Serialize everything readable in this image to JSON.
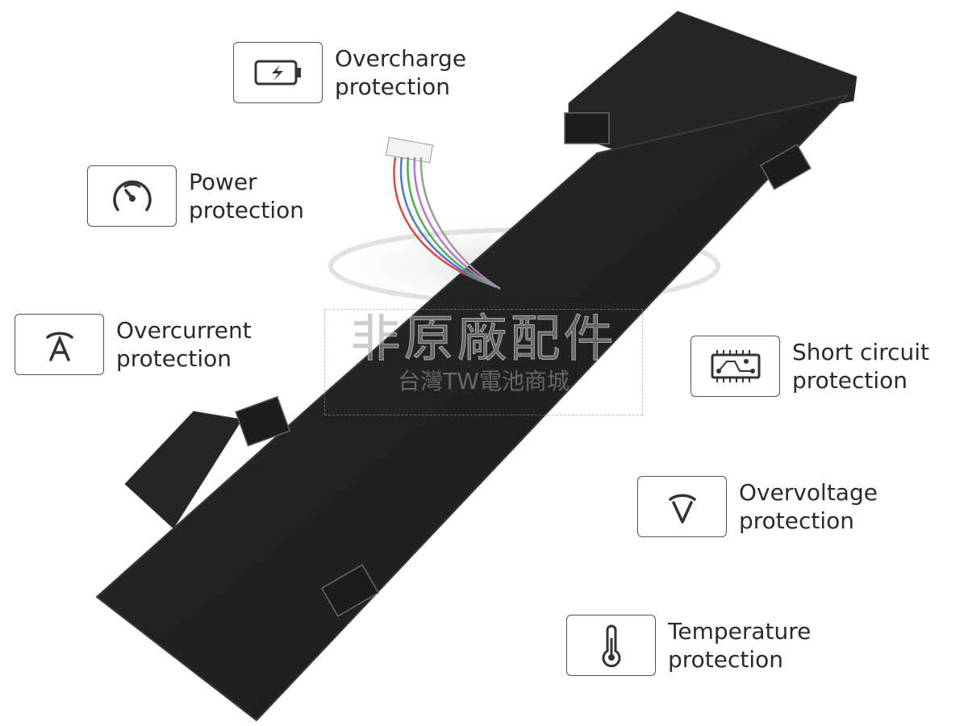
{
  "features": [
    {
      "id": "overcharge",
      "icon": "battery-charging-icon",
      "line1": "Overcharge",
      "line2": "protection"
    },
    {
      "id": "power",
      "icon": "gauge-icon",
      "line1": "Power",
      "line2": "protection"
    },
    {
      "id": "overcurrent",
      "icon": "ampere-icon",
      "line1": "Overcurrent",
      "line2": "protection"
    },
    {
      "id": "short-circuit",
      "icon": "circuit-board-icon",
      "line1": "Short circuit",
      "line2": "protection"
    },
    {
      "id": "overvoltage",
      "icon": "voltage-icon",
      "line1": "Overvoltage",
      "line2": "protection"
    },
    {
      "id": "temperature",
      "icon": "thermometer-icon",
      "line1": "Temperature",
      "line2": "protection"
    }
  ],
  "watermark": {
    "line1": "非原廠配件",
    "line2": "台灣TW電池商城"
  },
  "colors": {
    "battery": "#1f1f1f",
    "battery_edge": "#3a3a3a",
    "text": "#2a2a2a",
    "box_border": "#555555"
  }
}
